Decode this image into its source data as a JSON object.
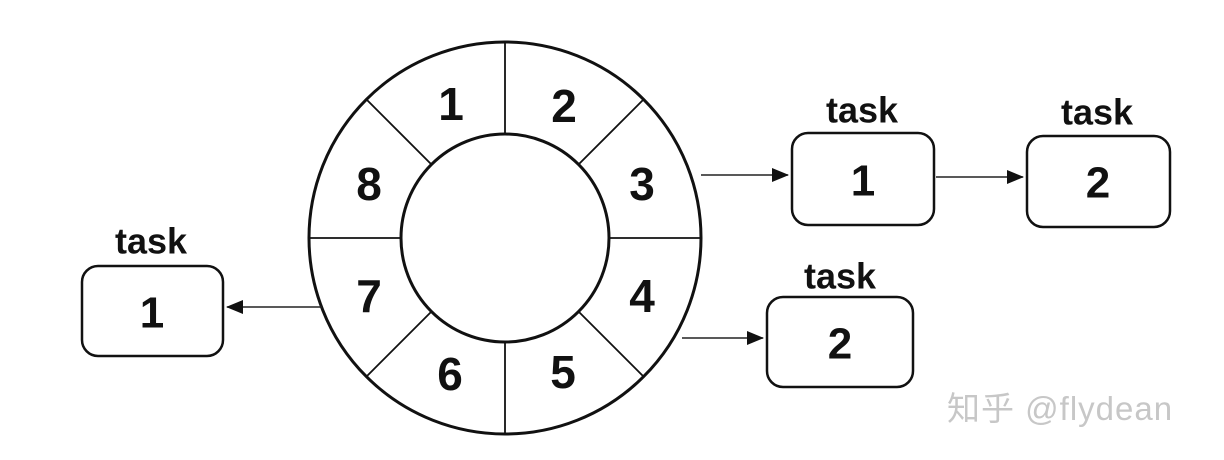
{
  "diagram": {
    "title_hint": "hashed wheel timer with 8 slots and linked tasks",
    "wheel": {
      "slot_count": 8,
      "slots": [
        "1",
        "2",
        "3",
        "4",
        "5",
        "6",
        "7",
        "8"
      ]
    },
    "tasks": {
      "left_task1": {
        "label": "task",
        "value": "1"
      },
      "right_task1": {
        "label": "task",
        "value": "1"
      },
      "right_task2": {
        "label": "task",
        "value": "2"
      },
      "bottom_task2": {
        "label": "task",
        "value": "2"
      }
    },
    "arrows": [
      {
        "from": "wheel-slot-3",
        "to": "right-task1"
      },
      {
        "from": "right-task1",
        "to": "right-task2"
      },
      {
        "from": "wheel-slot-4",
        "to": "bottom-task2"
      },
      {
        "from": "wheel-slot-7",
        "to": "left-task1"
      }
    ]
  },
  "watermark": {
    "text": "知乎 @flydean",
    "color": "#c7c7c7"
  },
  "colors": {
    "line": "#111111",
    "background": "#ffffff",
    "watermark": "#c7c7c7"
  }
}
